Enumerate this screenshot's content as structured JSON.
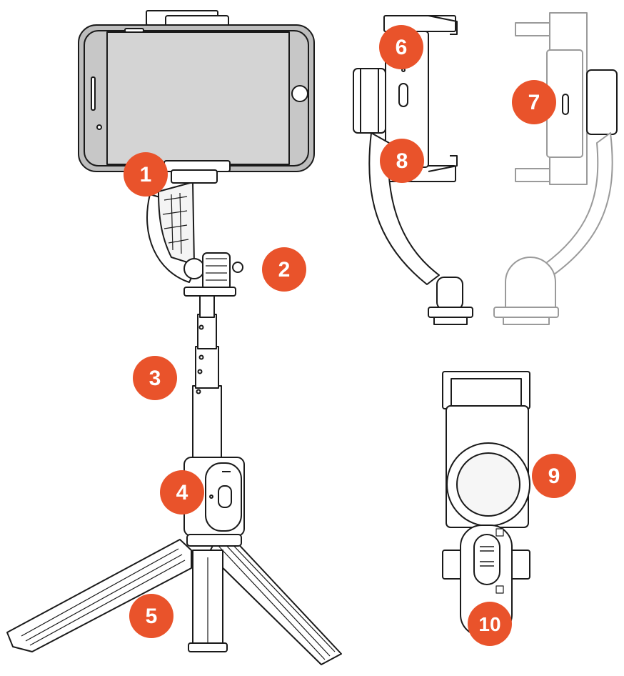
{
  "colors": {
    "badge": "#e9532b",
    "outline": "#1a1a1a",
    "screen": "#bdbdbd",
    "body": "#ffffff"
  },
  "callouts": [
    {
      "label": "1",
      "part": "phone-clamp"
    },
    {
      "label": "2",
      "part": "mount-knob"
    },
    {
      "label": "3",
      "part": "extension-pole"
    },
    {
      "label": "4",
      "part": "remote-button"
    },
    {
      "label": "5",
      "part": "tripod-legs"
    },
    {
      "label": "6",
      "part": "clamp-top-indicator"
    },
    {
      "label": "7",
      "part": "charging-port"
    },
    {
      "label": "8",
      "part": "clamp-power-button"
    },
    {
      "label": "9",
      "part": "rotation-dial"
    },
    {
      "label": "10",
      "part": "mode-switch"
    }
  ]
}
